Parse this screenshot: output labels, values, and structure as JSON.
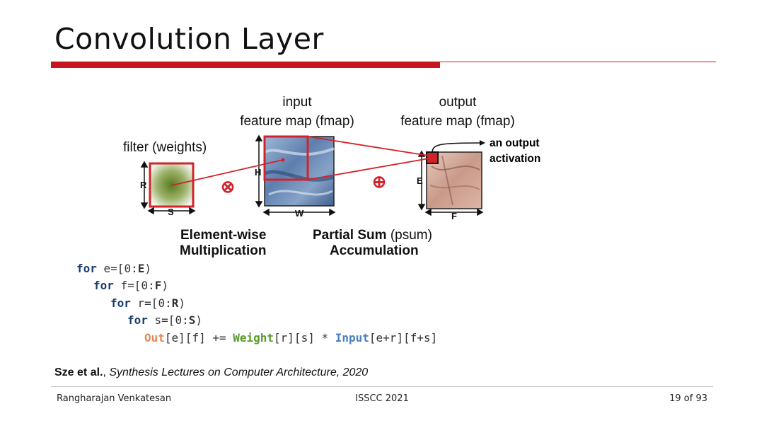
{
  "slide": {
    "title": "Convolution Layer"
  },
  "diagram": {
    "filter_label": "filter (weights)",
    "input_label_line1": "input",
    "input_label_line2": "feature map (fmap)",
    "output_label_line1": "output",
    "output_label_line2": "feature map (fmap)",
    "output_activation_line1": "an output",
    "output_activation_line2": "activation",
    "dim_R": "R",
    "dim_S": "S",
    "dim_H": "H",
    "dim_W": "W",
    "dim_E": "E",
    "dim_F": "F",
    "multiply_symbol": "⊗",
    "add_symbol": "⊕",
    "caption_mult_line1": "Element-wise",
    "caption_mult_line2": "Multiplication",
    "caption_psum_bold": "Partial Sum",
    "caption_psum_normal": " (psum)",
    "caption_psum_line2": "Accumulation"
  },
  "code": {
    "kw": "for",
    "l1_var": " e=[0:",
    "l1_bound": "E",
    "l2_var": " f=[0:",
    "l2_bound": "F",
    "l3_var": " r=[0:",
    "l3_bound": "R",
    "l4_var": " s=[0:",
    "l4_bound": "S",
    "close": ")",
    "out": "Out",
    "out_idx": "[e][f] += ",
    "weight": "Weight",
    "weight_idx": "[r][s] * ",
    "input": "Input",
    "input_idx": "[e+r][f+s]"
  },
  "citation": {
    "authors": "Sze et al.",
    "sep": ", ",
    "work": "Synthesis Lectures on Computer Architecture, 2020"
  },
  "footer": {
    "author": "Rangharajan Venkatesan",
    "conference": "ISSCC 2021",
    "page": "19 of 93"
  },
  "colors": {
    "accent_red": "#c8161e",
    "out": "#e08a5c",
    "weight": "#5a9b2c",
    "input": "#4a7fbf"
  }
}
